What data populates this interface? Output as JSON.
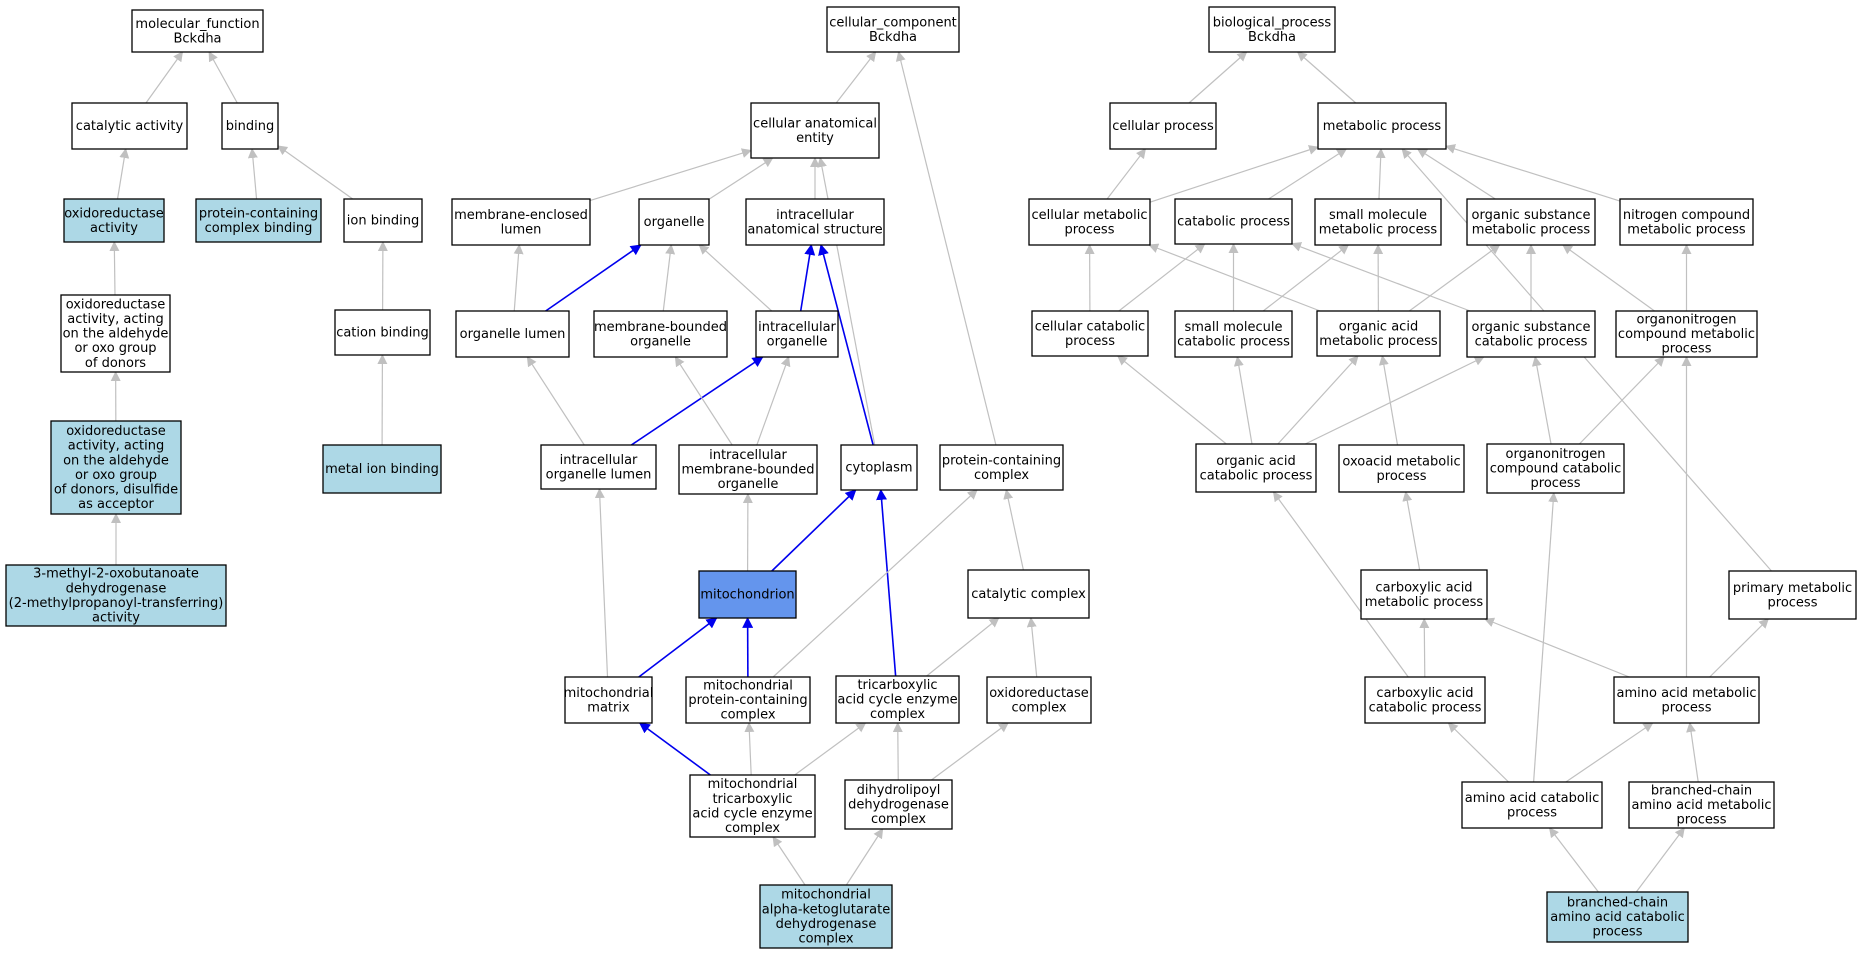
{
  "colors": {
    "edge_default": "#c0c0c0",
    "edge_highlight": "#0000ee",
    "node_plain": "#ffffff",
    "node_annotated": "#add8e6",
    "node_focus": "#6495ed",
    "border": "#000000"
  },
  "nodes": [
    {
      "id": "mf",
      "label": [
        "molecular_function",
        "Bckdha"
      ],
      "kind": "plain"
    },
    {
      "id": "catalytic",
      "label": [
        "catalytic activity"
      ],
      "kind": "plain"
    },
    {
      "id": "binding",
      "label": [
        "binding"
      ],
      "kind": "plain"
    },
    {
      "id": "oxred",
      "label": [
        "oxidoreductase",
        "activity"
      ],
      "kind": "annotated"
    },
    {
      "id": "pcbind",
      "label": [
        "protein-containing",
        "complex binding"
      ],
      "kind": "annotated"
    },
    {
      "id": "ionbind",
      "label": [
        "ion binding"
      ],
      "kind": "plain"
    },
    {
      "id": "oxred_ald",
      "label": [
        "oxidoreductase",
        "activity, acting",
        "on the aldehyde",
        "or oxo group",
        "of donors"
      ],
      "kind": "plain"
    },
    {
      "id": "cationbind",
      "label": [
        "cation binding"
      ],
      "kind": "plain"
    },
    {
      "id": "oxred_disulf",
      "label": [
        "oxidoreductase",
        "activity, acting",
        "on the aldehyde",
        "or oxo group",
        "of donors, disulfide",
        "as acceptor"
      ],
      "kind": "annotated"
    },
    {
      "id": "metalbind",
      "label": [
        "metal ion binding"
      ],
      "kind": "annotated"
    },
    {
      "id": "bckdh_act",
      "label": [
        "3-methyl-2-oxobutanoate",
        "dehydrogenase",
        "(2-methylpropanoyl-transferring)",
        "activity"
      ],
      "kind": "annotated"
    },
    {
      "id": "cc",
      "label": [
        "cellular_component",
        "Bckdha"
      ],
      "kind": "plain"
    },
    {
      "id": "cae",
      "label": [
        "cellular anatomical",
        "entity"
      ],
      "kind": "plain"
    },
    {
      "id": "mel",
      "label": [
        "membrane-enclosed",
        "lumen"
      ],
      "kind": "plain"
    },
    {
      "id": "organelle",
      "label": [
        "organelle"
      ],
      "kind": "plain"
    },
    {
      "id": "ias",
      "label": [
        "intracellular",
        "anatomical structure"
      ],
      "kind": "plain"
    },
    {
      "id": "olumen",
      "label": [
        "organelle lumen"
      ],
      "kind": "plain"
    },
    {
      "id": "mbo",
      "label": [
        "membrane-bounded",
        "organelle"
      ],
      "kind": "plain"
    },
    {
      "id": "io",
      "label": [
        "intracellular",
        "organelle"
      ],
      "kind": "plain"
    },
    {
      "id": "iol",
      "label": [
        "intracellular",
        "organelle lumen"
      ],
      "kind": "plain"
    },
    {
      "id": "imbo",
      "label": [
        "intracellular",
        "membrane-bounded",
        "organelle"
      ],
      "kind": "plain"
    },
    {
      "id": "cytoplasm",
      "label": [
        "cytoplasm"
      ],
      "kind": "plain"
    },
    {
      "id": "pcc",
      "label": [
        "protein-containing",
        "complex"
      ],
      "kind": "plain"
    },
    {
      "id": "mito",
      "label": [
        "mitochondrion"
      ],
      "kind": "focus"
    },
    {
      "id": "catcomplex",
      "label": [
        "catalytic complex"
      ],
      "kind": "plain"
    },
    {
      "id": "mmatrix",
      "label": [
        "mitochondrial",
        "matrix"
      ],
      "kind": "plain"
    },
    {
      "id": "mpcc",
      "label": [
        "mitochondrial",
        "protein-containing",
        "complex"
      ],
      "kind": "plain"
    },
    {
      "id": "tcaenz",
      "label": [
        "tricarboxylic",
        "acid cycle enzyme",
        "complex"
      ],
      "kind": "plain"
    },
    {
      "id": "oxredcomplex",
      "label": [
        "oxidoreductase",
        "complex"
      ],
      "kind": "plain"
    },
    {
      "id": "mtcaenz",
      "label": [
        "mitochondrial",
        "tricarboxylic",
        "acid cycle enzyme",
        "complex"
      ],
      "kind": "plain"
    },
    {
      "id": "dhld",
      "label": [
        "dihydrolipoyl",
        "dehydrogenase",
        "complex"
      ],
      "kind": "plain"
    },
    {
      "id": "makgdh",
      "label": [
        "mitochondrial",
        "alpha-ketoglutarate",
        "dehydrogenase",
        "complex"
      ],
      "kind": "annotated"
    },
    {
      "id": "bp",
      "label": [
        "biological_process",
        "Bckdha"
      ],
      "kind": "plain"
    },
    {
      "id": "cellproc",
      "label": [
        "cellular process"
      ],
      "kind": "plain"
    },
    {
      "id": "metproc",
      "label": [
        "metabolic process"
      ],
      "kind": "plain"
    },
    {
      "id": "cellmet",
      "label": [
        "cellular metabolic",
        "process"
      ],
      "kind": "plain"
    },
    {
      "id": "catproc",
      "label": [
        "catabolic process"
      ],
      "kind": "plain"
    },
    {
      "id": "smmet",
      "label": [
        "small molecule",
        "metabolic process"
      ],
      "kind": "plain"
    },
    {
      "id": "osmet",
      "label": [
        "organic substance",
        "metabolic process"
      ],
      "kind": "plain"
    },
    {
      "id": "ncmet",
      "label": [
        "nitrogen compound",
        "metabolic process"
      ],
      "kind": "plain"
    },
    {
      "id": "cellcat",
      "label": [
        "cellular catabolic",
        "process"
      ],
      "kind": "plain"
    },
    {
      "id": "smcat",
      "label": [
        "small molecule",
        "catabolic process"
      ],
      "kind": "plain"
    },
    {
      "id": "oamet",
      "label": [
        "organic acid",
        "metabolic process"
      ],
      "kind": "plain"
    },
    {
      "id": "oscat",
      "label": [
        "organic substance",
        "catabolic process"
      ],
      "kind": "plain"
    },
    {
      "id": "oncmet",
      "label": [
        "organonitrogen",
        "compound metabolic",
        "process"
      ],
      "kind": "plain"
    },
    {
      "id": "oacat",
      "label": [
        "organic acid",
        "catabolic process"
      ],
      "kind": "plain"
    },
    {
      "id": "oxoacid",
      "label": [
        "oxoacid metabolic",
        "process"
      ],
      "kind": "plain"
    },
    {
      "id": "onccat",
      "label": [
        "organonitrogen",
        "compound catabolic",
        "process"
      ],
      "kind": "plain"
    },
    {
      "id": "camet",
      "label": [
        "carboxylic acid",
        "metabolic process"
      ],
      "kind": "plain"
    },
    {
      "id": "primet",
      "label": [
        "primary metabolic",
        "process"
      ],
      "kind": "plain"
    },
    {
      "id": "cacat",
      "label": [
        "carboxylic acid",
        "catabolic process"
      ],
      "kind": "plain"
    },
    {
      "id": "aamet",
      "label": [
        "amino acid metabolic",
        "process"
      ],
      "kind": "plain"
    },
    {
      "id": "aacat",
      "label": [
        "amino acid catabolic",
        "process"
      ],
      "kind": "plain"
    },
    {
      "id": "bcaamet",
      "label": [
        "branched-chain",
        "amino acid metabolic",
        "process"
      ],
      "kind": "plain"
    },
    {
      "id": "bcaacat",
      "label": [
        "branched-chain",
        "amino acid catabolic",
        "process"
      ],
      "kind": "annotated"
    }
  ],
  "edges": [
    {
      "from": "catalytic",
      "to": "mf"
    },
    {
      "from": "binding",
      "to": "mf"
    },
    {
      "from": "oxred",
      "to": "catalytic"
    },
    {
      "from": "pcbind",
      "to": "binding"
    },
    {
      "from": "ionbind",
      "to": "binding"
    },
    {
      "from": "oxred_ald",
      "to": "oxred"
    },
    {
      "from": "cationbind",
      "to": "ionbind"
    },
    {
      "from": "oxred_disulf",
      "to": "oxred_ald"
    },
    {
      "from": "metalbind",
      "to": "cationbind"
    },
    {
      "from": "bckdh_act",
      "to": "oxred_disulf"
    },
    {
      "from": "cae",
      "to": "cc"
    },
    {
      "from": "pcc",
      "to": "cc"
    },
    {
      "from": "mel",
      "to": "cae"
    },
    {
      "from": "organelle",
      "to": "cae"
    },
    {
      "from": "ias",
      "to": "cae"
    },
    {
      "from": "cytoplasm",
      "to": "cae"
    },
    {
      "from": "olumen",
      "to": "mel"
    },
    {
      "from": "olumen",
      "to": "organelle",
      "highlight": true
    },
    {
      "from": "mbo",
      "to": "organelle"
    },
    {
      "from": "io",
      "to": "organelle"
    },
    {
      "from": "io",
      "to": "ias",
      "highlight": true
    },
    {
      "from": "cytoplasm",
      "to": "ias",
      "highlight": true
    },
    {
      "from": "iol",
      "to": "olumen"
    },
    {
      "from": "iol",
      "to": "io",
      "highlight": true
    },
    {
      "from": "imbo",
      "to": "mbo"
    },
    {
      "from": "imbo",
      "to": "io"
    },
    {
      "from": "mito",
      "to": "imbo"
    },
    {
      "from": "mito",
      "to": "cytoplasm",
      "highlight": true
    },
    {
      "from": "tcaenz",
      "to": "cytoplasm",
      "highlight": true
    },
    {
      "from": "catcomplex",
      "to": "pcc"
    },
    {
      "from": "mpcc",
      "to": "pcc"
    },
    {
      "from": "mmatrix",
      "to": "iol"
    },
    {
      "from": "mmatrix",
      "to": "mito",
      "highlight": true
    },
    {
      "from": "mpcc",
      "to": "mito",
      "highlight": true
    },
    {
      "from": "tcaenz",
      "to": "catcomplex"
    },
    {
      "from": "oxredcomplex",
      "to": "catcomplex"
    },
    {
      "from": "mtcaenz",
      "to": "mmatrix",
      "highlight": true
    },
    {
      "from": "mtcaenz",
      "to": "mpcc"
    },
    {
      "from": "mtcaenz",
      "to": "tcaenz"
    },
    {
      "from": "dhld",
      "to": "tcaenz"
    },
    {
      "from": "dhld",
      "to": "oxredcomplex"
    },
    {
      "from": "makgdh",
      "to": "mtcaenz"
    },
    {
      "from": "makgdh",
      "to": "dhld"
    },
    {
      "from": "cellproc",
      "to": "bp"
    },
    {
      "from": "metproc",
      "to": "bp"
    },
    {
      "from": "cellmet",
      "to": "cellproc"
    },
    {
      "from": "cellmet",
      "to": "metproc"
    },
    {
      "from": "catproc",
      "to": "metproc"
    },
    {
      "from": "smmet",
      "to": "metproc"
    },
    {
      "from": "osmet",
      "to": "metproc"
    },
    {
      "from": "ncmet",
      "to": "metproc"
    },
    {
      "from": "primet",
      "to": "metproc"
    },
    {
      "from": "cellcat",
      "to": "cellmet"
    },
    {
      "from": "cellcat",
      "to": "catproc"
    },
    {
      "from": "smcat",
      "to": "catproc"
    },
    {
      "from": "smcat",
      "to": "smmet"
    },
    {
      "from": "oamet",
      "to": "cellmet"
    },
    {
      "from": "oamet",
      "to": "smmet"
    },
    {
      "from": "oamet",
      "to": "osmet"
    },
    {
      "from": "oscat",
      "to": "catproc"
    },
    {
      "from": "oscat",
      "to": "osmet"
    },
    {
      "from": "oncmet",
      "to": "osmet"
    },
    {
      "from": "oncmet",
      "to": "ncmet"
    },
    {
      "from": "oacat",
      "to": "cellcat"
    },
    {
      "from": "oacat",
      "to": "smcat"
    },
    {
      "from": "oacat",
      "to": "oamet"
    },
    {
      "from": "oacat",
      "to": "oscat"
    },
    {
      "from": "oxoacid",
      "to": "oamet"
    },
    {
      "from": "onccat",
      "to": "oscat"
    },
    {
      "from": "onccat",
      "to": "oncmet"
    },
    {
      "from": "camet",
      "to": "oxoacid"
    },
    {
      "from": "cacat",
      "to": "oacat"
    },
    {
      "from": "cacat",
      "to": "camet"
    },
    {
      "from": "aamet",
      "to": "camet"
    },
    {
      "from": "aamet",
      "to": "oncmet"
    },
    {
      "from": "aamet",
      "to": "primet"
    },
    {
      "from": "aacat",
      "to": "cacat"
    },
    {
      "from": "aacat",
      "to": "aamet"
    },
    {
      "from": "aacat",
      "to": "onccat"
    },
    {
      "from": "bcaamet",
      "to": "aamet"
    },
    {
      "from": "bcaacat",
      "to": "aacat"
    },
    {
      "from": "bcaacat",
      "to": "bcaamet"
    }
  ]
}
